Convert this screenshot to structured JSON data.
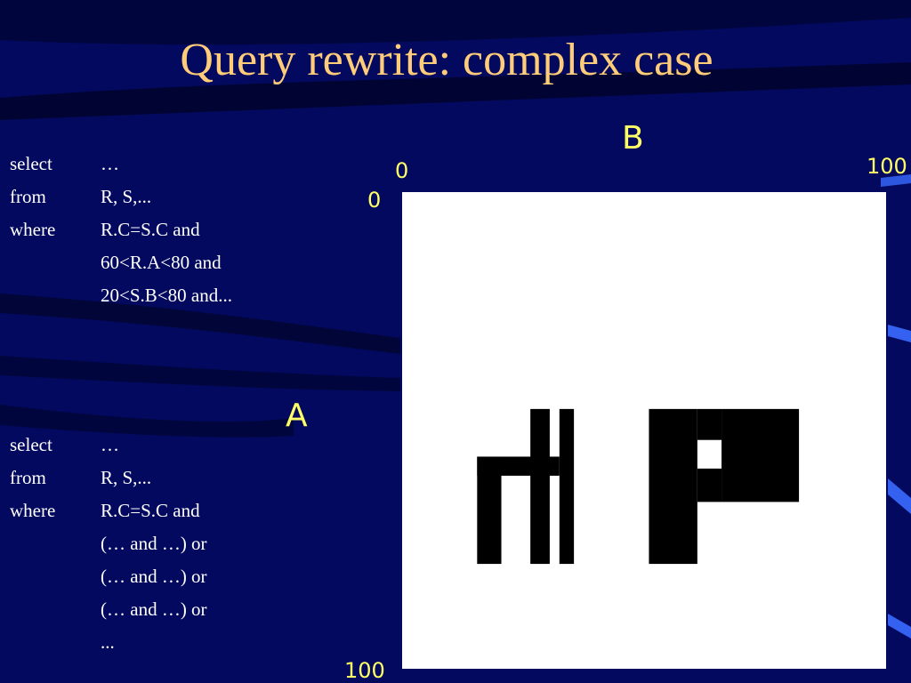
{
  "slide": {
    "title": "Query rewrite: complex case",
    "colors": {
      "background": "#03095e",
      "title": "#ffcc7a",
      "axis_text": "#ffff66",
      "body_text": "#ffffff",
      "plot_bg": "#ffffff",
      "region": "#000000"
    }
  },
  "query1": {
    "rows": [
      {
        "keyword": "select",
        "text": "…"
      },
      {
        "keyword": "from",
        "text": "R, S,..."
      },
      {
        "keyword": "where",
        "text": "R.C=S.C and"
      },
      {
        "keyword": "",
        "text": "60<R.A<80 and"
      },
      {
        "keyword": "",
        "text": "20<S.B<80 and..."
      }
    ]
  },
  "query2": {
    "rows": [
      {
        "keyword": "select",
        "text": "…"
      },
      {
        "keyword": "from",
        "text": "R, S,..."
      },
      {
        "keyword": "where",
        "text": "R.C=S.C and"
      },
      {
        "keyword": "",
        "text": "(… and …) or"
      },
      {
        "keyword": "",
        "text": "(… and …) or"
      },
      {
        "keyword": "",
        "text": "(… and …) or"
      },
      {
        "keyword": "",
        "text": "..."
      }
    ]
  },
  "diagram": {
    "axis_b_label": "B",
    "axis_a_label": "A",
    "b_min_label": "0",
    "b_max_label": "100",
    "a_min_label": "0",
    "a_max_label": "100",
    "domain": {
      "b": [
        0,
        100
      ],
      "a": [
        0,
        100
      ]
    },
    "regions": [
      {
        "b": [
          15.5,
          20.5
        ],
        "a": [
          55.5,
          78
        ]
      },
      {
        "b": [
          15.5,
          32.5
        ],
        "a": [
          55.5,
          59.5
        ]
      },
      {
        "b": [
          26.5,
          30.5
        ],
        "a": [
          45.5,
          78
        ]
      },
      {
        "b": [
          32.5,
          35.5
        ],
        "a": [
          45.5,
          78
        ]
      },
      {
        "b": [
          51,
          61
        ],
        "a": [
          45.5,
          78
        ]
      },
      {
        "b": [
          61,
          66
        ],
        "a": [
          45.5,
          52
        ]
      },
      {
        "b": [
          61,
          66
        ],
        "a": [
          58,
          65
        ]
      },
      {
        "b": [
          66,
          82
        ],
        "a": [
          45.5,
          65
        ]
      }
    ]
  }
}
